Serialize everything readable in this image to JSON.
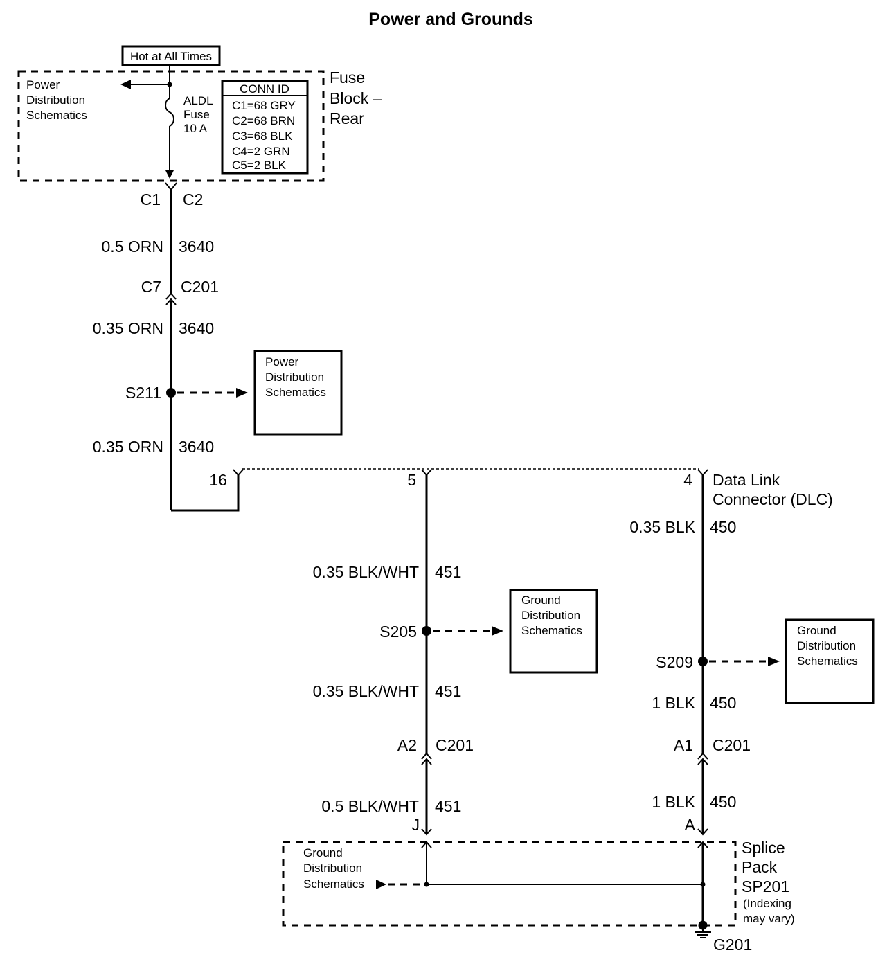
{
  "title": "Power and Grounds",
  "hot_label": "Hot at All Times",
  "fuse_block": {
    "name_lines": [
      "Fuse",
      "Block –",
      "Rear"
    ],
    "fuse_lines": [
      "ALDL",
      "Fuse",
      "10 A"
    ],
    "pds_lines": [
      "Power",
      "Distribution",
      "Schematics"
    ],
    "conn_id_title": "CONN ID",
    "conn_ids": [
      "C1=68 GRY",
      "C2=68 BRN",
      "C3=68 BLK",
      "C4=2 GRN",
      "C5=2 BLK"
    ]
  },
  "top_wire": {
    "pin_c1": "C1",
    "conn_c2": "C2",
    "seg1_size": "0.5 ORN",
    "seg1_circuit": "3640",
    "pin_c7": "C7",
    "conn_c201": "C201",
    "seg2_size": "0.35 ORN",
    "seg2_circuit": "3640",
    "splice": "S211",
    "seg3_size": "0.35 ORN",
    "seg3_circuit": "3640"
  },
  "pds_box_lines": [
    "Power",
    "Distribution",
    "Schematics"
  ],
  "dlc": {
    "pin_16": "16",
    "pin_5": "5",
    "pin_4": "4",
    "name_lines": [
      "Data Link",
      "Connector (DLC)"
    ]
  },
  "mid_wire": {
    "seg1_size": "0.35 BLK/WHT",
    "seg1_circuit": "451",
    "splice": "S205",
    "seg2_size": "0.35 BLK/WHT",
    "seg2_circuit": "451",
    "pin": "A2",
    "conn": "C201",
    "seg3_size": "0.5 BLK/WHT",
    "seg3_circuit": "451",
    "pin_bottom": "J"
  },
  "right_wire": {
    "seg1_size": "0.35 BLK",
    "seg1_circuit": "450",
    "splice": "S209",
    "seg2_size": "1 BLK",
    "seg2_circuit": "450",
    "pin": "A1",
    "conn": "C201",
    "seg3_size": "1 BLK",
    "seg3_circuit": "450",
    "pin_bottom": "A"
  },
  "gds_box_lines": [
    "Ground",
    "Distribution",
    "Schematics"
  ],
  "splice_pack": {
    "name_lines": [
      "Splice",
      "Pack",
      "SP201"
    ],
    "note_lines": [
      "(Indexing",
      "may vary)"
    ],
    "gds_lines": [
      "Ground",
      "Distribution",
      "Schematics"
    ]
  },
  "ground": "G201"
}
